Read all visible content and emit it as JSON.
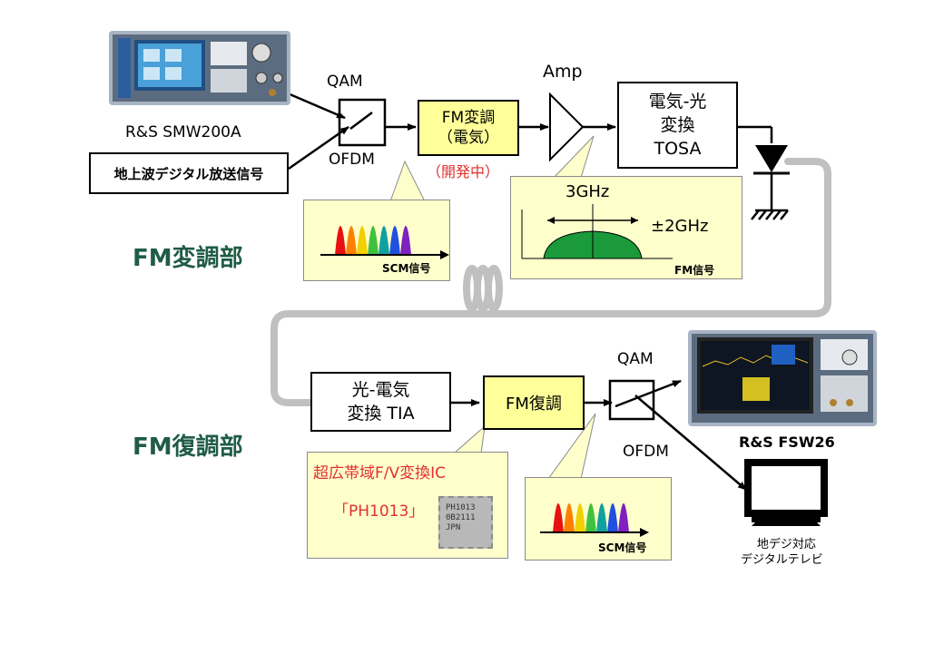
{
  "modulation_section": {
    "title": "FM変調部",
    "signal_generator_name": "R&S SMW200A",
    "broadcast_box": "地上波デジタル放送信号",
    "qam_label": "QAM",
    "ofdm_label": "OFDM",
    "fm_mod_box": [
      "FM変調",
      "（電気）"
    ],
    "dev_note": "（開発中）",
    "amp_label": "Amp",
    "eo_box": [
      "電気-光",
      "変換",
      "TOSA"
    ],
    "scm_callout_label": "SCM信号",
    "fm_callout": {
      "freq_label": "3GHz",
      "bandwidth_label": "±2GHz",
      "signal_label": "FM信号"
    }
  },
  "demodulation_section": {
    "title": "FM復調部",
    "oe_box": [
      "光-電気",
      "変換 TIA"
    ],
    "fm_demod_box": "FM復調",
    "qam_label": "QAM",
    "ofdm_label": "OFDM",
    "analyzer_name": "R&S FSW26",
    "tv_label": [
      "地デジ対応",
      "デジタルテレビ"
    ],
    "ic_callout": {
      "title": "超広帯域F/V変換IC",
      "part": "「PH1013」",
      "chip_text": [
        "PH1013",
        "0B2111",
        "JPN"
      ]
    },
    "scm_callout_label": "SCM信号"
  },
  "colors": {
    "section_title": "#1f5c45",
    "callout_bg": "#ffffcc",
    "box_yellow": "#ffff99",
    "fm_spectrum": "#1a9a3a",
    "dev_note": "#e03030",
    "fiber": "#c0c0c0"
  }
}
